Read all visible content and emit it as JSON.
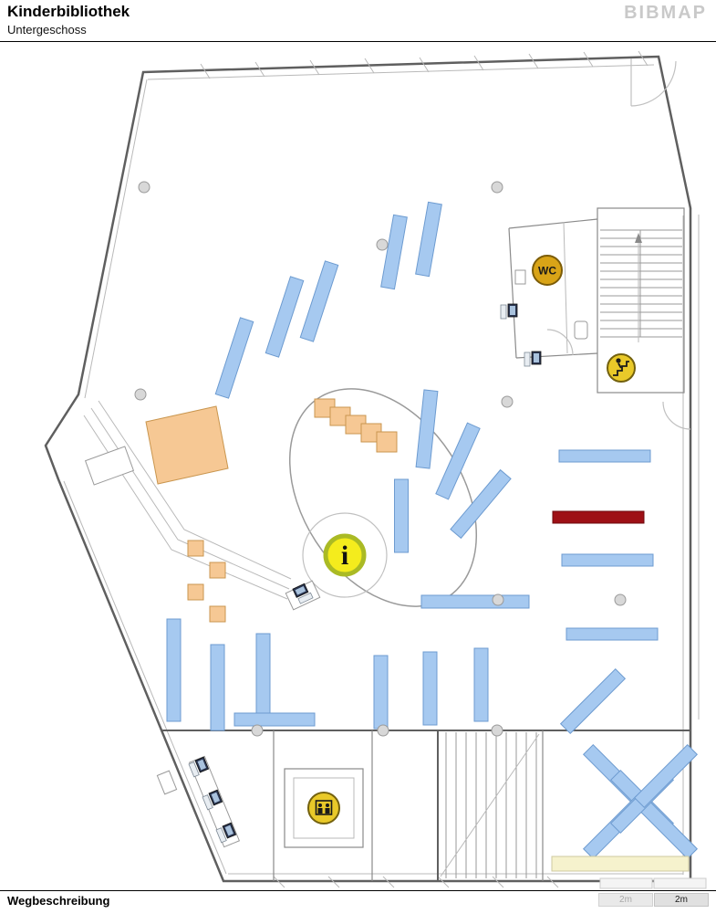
{
  "header": {
    "title": "Kinderbibliothek",
    "subtitle": "Untergeschoss",
    "logo": "BIBMAP"
  },
  "map": {
    "icons": {
      "wc_label": "WC",
      "info_label": "i",
      "wc": "wc-icon",
      "info": "info-icon",
      "elevator": "elevator-icon",
      "wayfinding_stairs": "stairs-person-icon",
      "computer": "computer-terminal-icon"
    }
  },
  "footer": {
    "label": "Wegbeschreibung",
    "scale_left_label": "2m",
    "scale_right_label": "2m"
  },
  "colors": {
    "wall": "#5f5f5f",
    "shelf-fill": "#a6c9f0",
    "shelf-stroke": "#6d9bd0",
    "highlight-fill": "#9e1016",
    "highlight-stroke": "#6d0a0e",
    "furniture-fill": "#f6c894",
    "furniture-stroke": "#c9964f",
    "icon-yellow": "#e9c929",
    "icon-yellow-stroke": "#73610e",
    "wc-fill": "#d9a417",
    "wc-stroke": "#7c5c07",
    "info-fill": "#f4ec1d",
    "info-ring": "#aaba25",
    "mat-fill": "#f6f2cd"
  }
}
